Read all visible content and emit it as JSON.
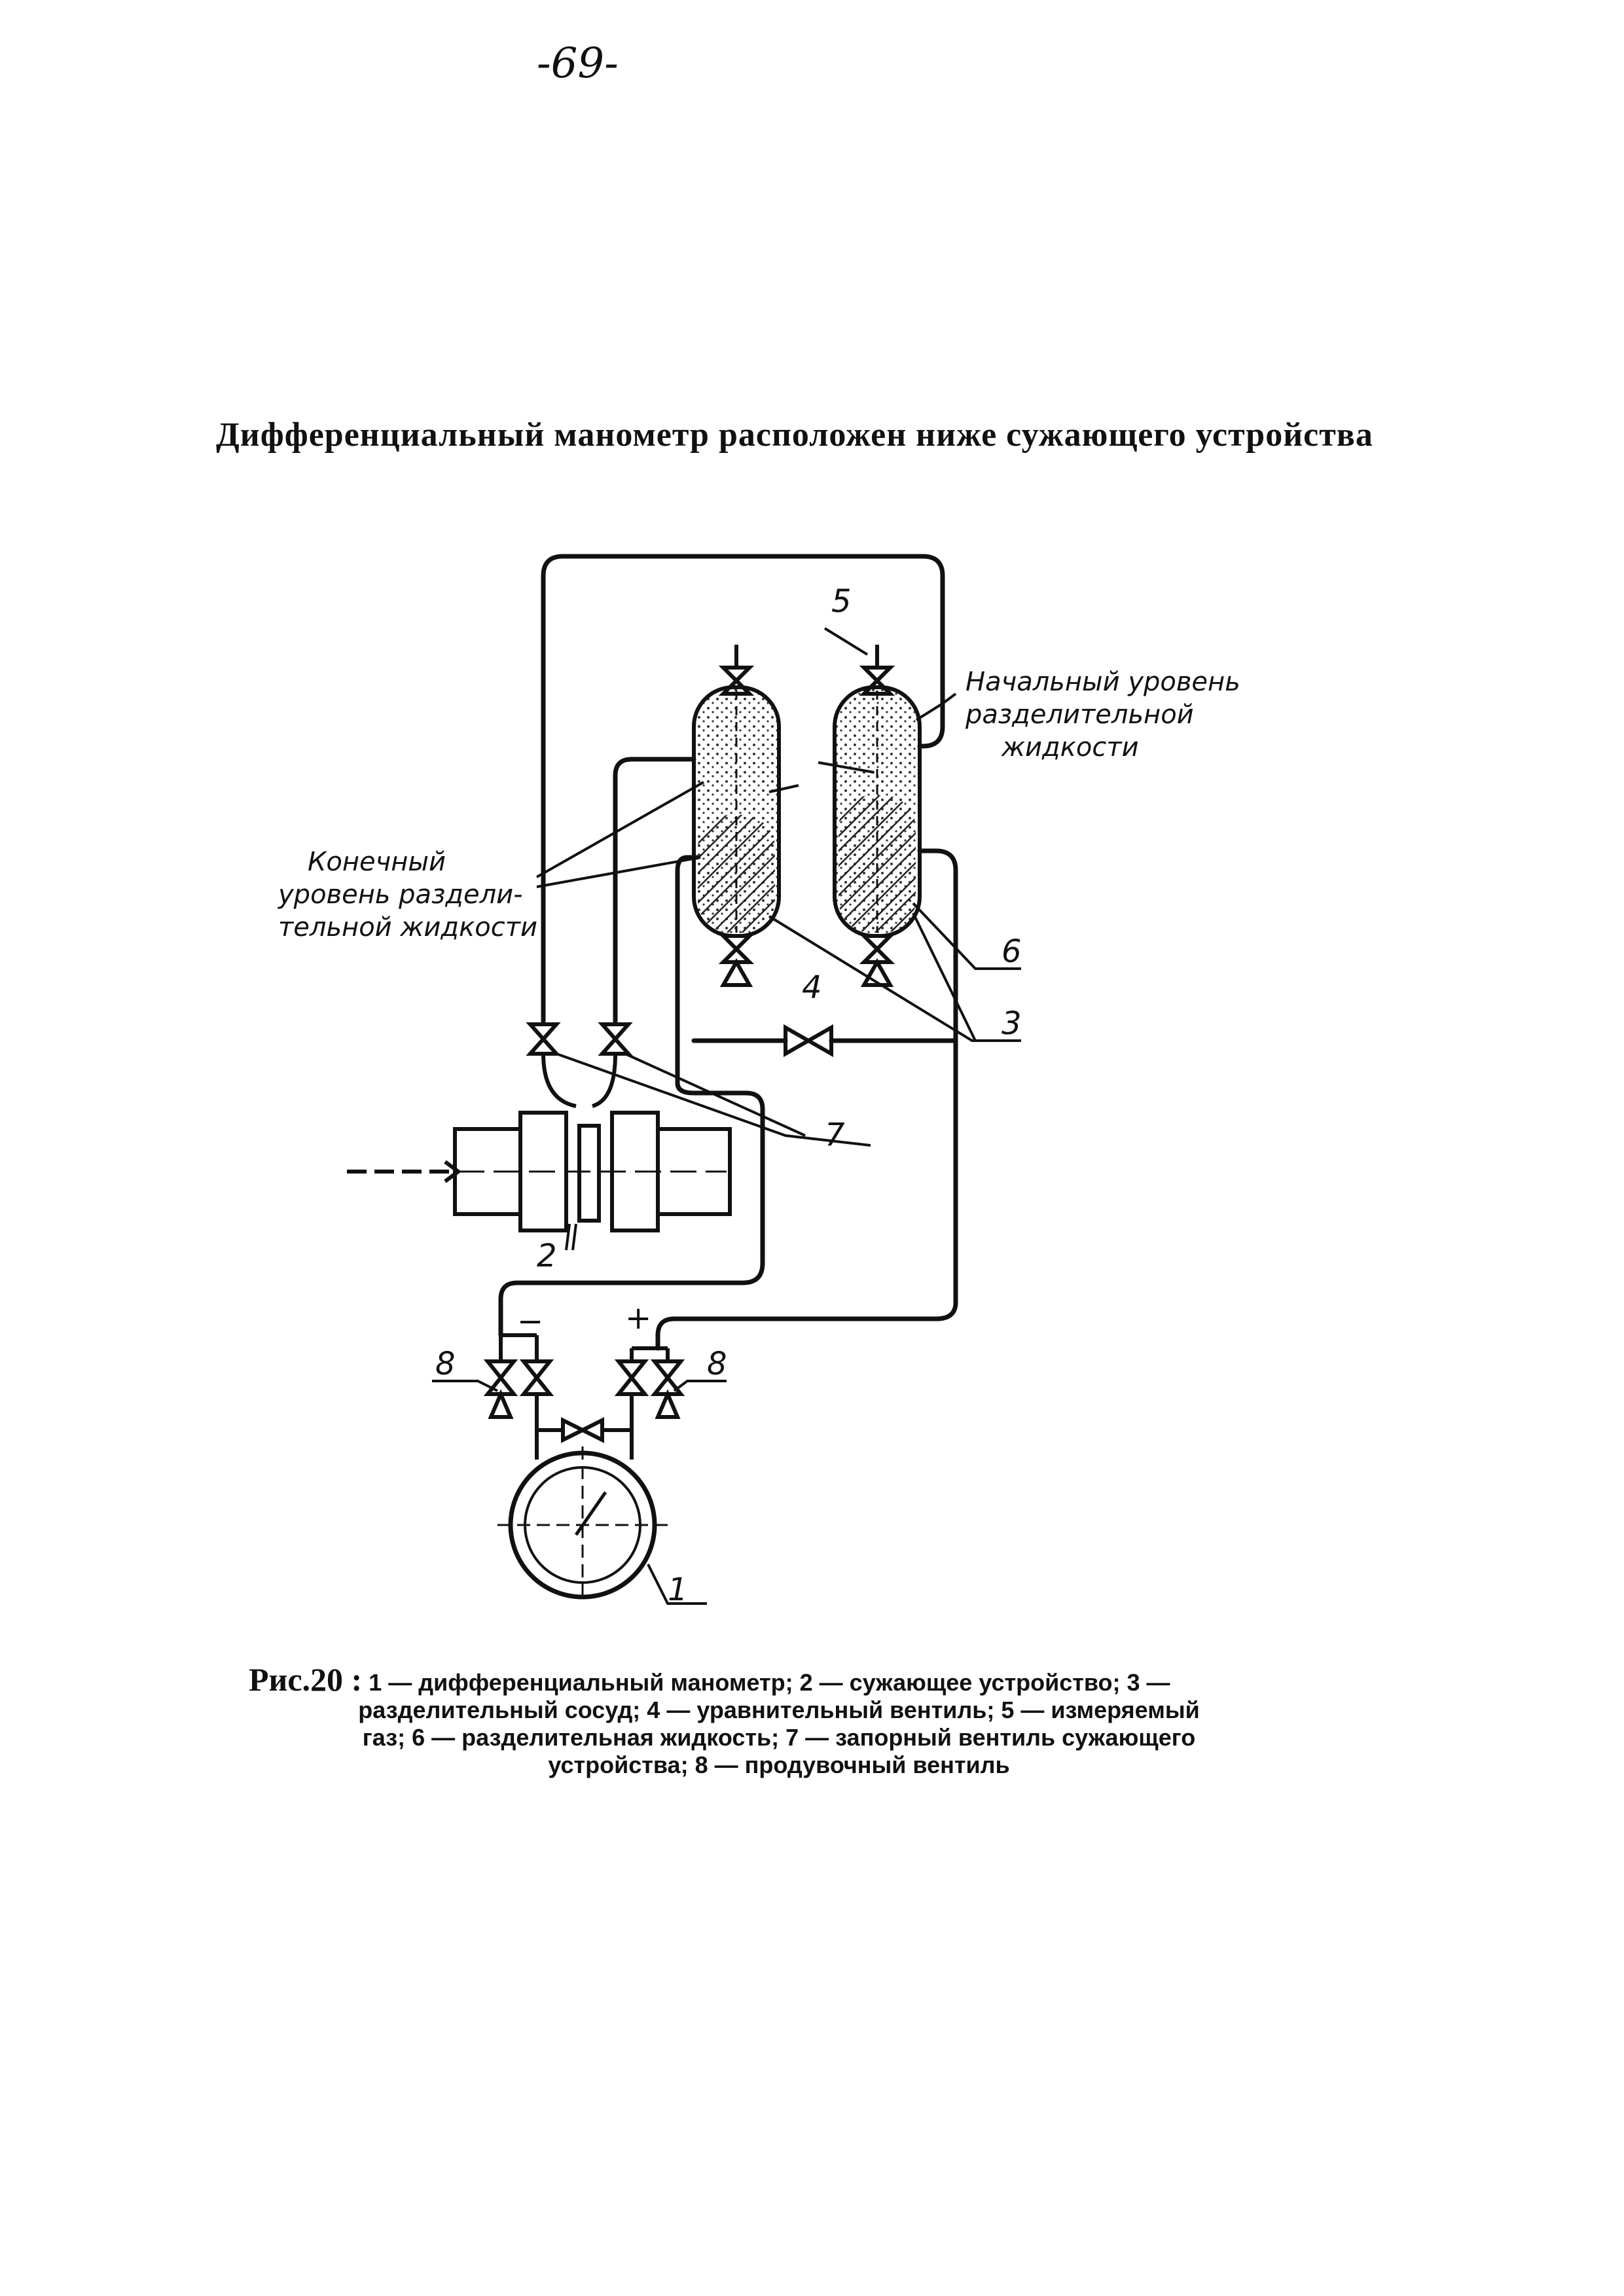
{
  "page_number": "-69-",
  "heading": "Дифференциальный манометр расположен ниже сужающего устройства",
  "diagram": {
    "label_initial_level": [
      "Начальный уровень",
      "разделительной",
      "жидкости"
    ],
    "label_final_level": [
      "Конечный",
      "уровень раздели-",
      "тельной жидкости"
    ],
    "callouts": [
      "1",
      "2",
      "3",
      "4",
      "5",
      "6",
      "7",
      "8",
      "8"
    ],
    "signs": [
      "−",
      "+"
    ]
  },
  "caption": {
    "label": "Рис.20 :",
    "lines": [
      "1 — дифференциальный манометр;  2 — сужающее устройство;  3 —",
      "разделительный сосуд;  4 — уравнительный вентиль;  5 — измеряемый",
      "газ;   6 — разделительная жидкость; 7 — запорный вентиль сужающего",
      "устройства; 8 — продувочный вентиль"
    ]
  }
}
